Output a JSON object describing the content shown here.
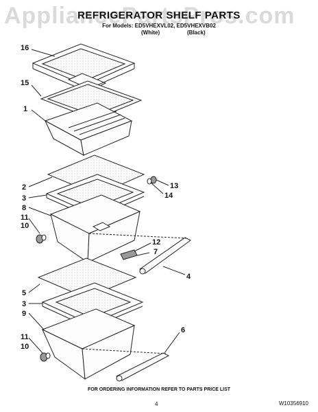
{
  "watermark": "AppliancePartsPros.com",
  "header": {
    "title": "REFRIGERATOR SHELF PARTS",
    "models": "For Models: ED5VHEXVL02, ED5VHEXVB02",
    "variant_white": "(White)",
    "variant_black": "(Black)"
  },
  "callouts": [
    "16",
    "15",
    "1",
    "2",
    "3",
    "8",
    "11",
    "10",
    "13",
    "14",
    "12",
    "7",
    "4",
    "5",
    "3",
    "9",
    "11",
    "10",
    "6"
  ],
  "footer": {
    "note": "FOR ORDERING INFORMATION REFER TO PARTS PRICE LIST",
    "page": "4",
    "doc_code": "W10356910"
  }
}
